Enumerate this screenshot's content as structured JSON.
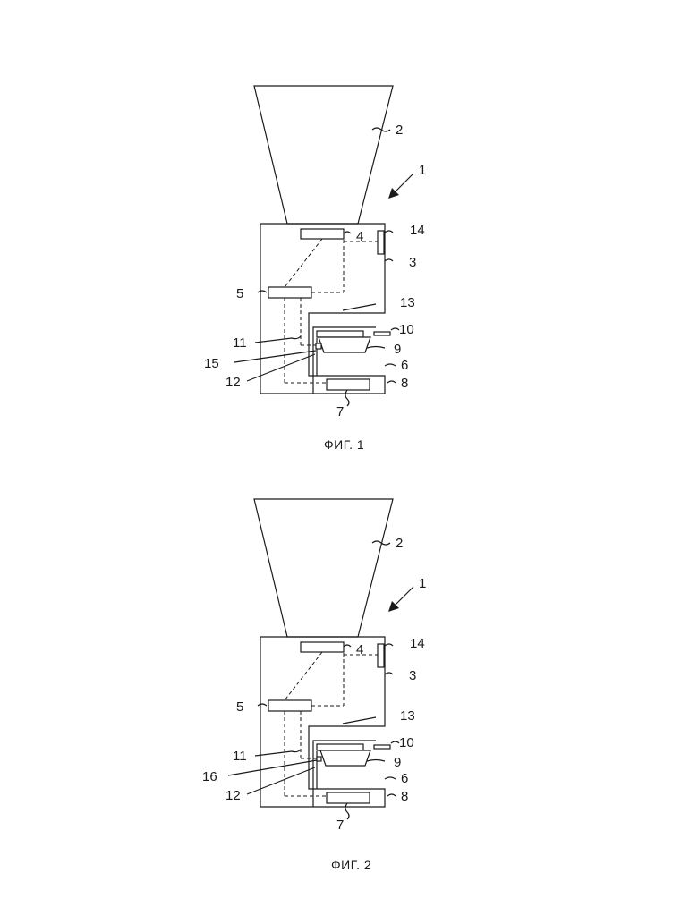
{
  "figures": [
    {
      "id": "fig1",
      "caption": "ФИГ. 1",
      "labels": {
        "n1": "1",
        "n2": "2",
        "n3": "3",
        "n4": "4",
        "n5": "5",
        "n6": "6",
        "n7": "7",
        "n8": "8",
        "n9": "9",
        "n10": "10",
        "n11": "11",
        "n12": "12",
        "n13": "13",
        "n14": "14",
        "nx": "15"
      }
    },
    {
      "id": "fig2",
      "caption": "ФИГ. 2",
      "labels": {
        "n1": "1",
        "n2": "2",
        "n3": "3",
        "n4": "4",
        "n5": "5",
        "n6": "6",
        "n7": "7",
        "n8": "8",
        "n9": "9",
        "n10": "10",
        "n11": "11",
        "n12": "12",
        "n13": "13",
        "n14": "14",
        "nx": "16"
      }
    }
  ]
}
